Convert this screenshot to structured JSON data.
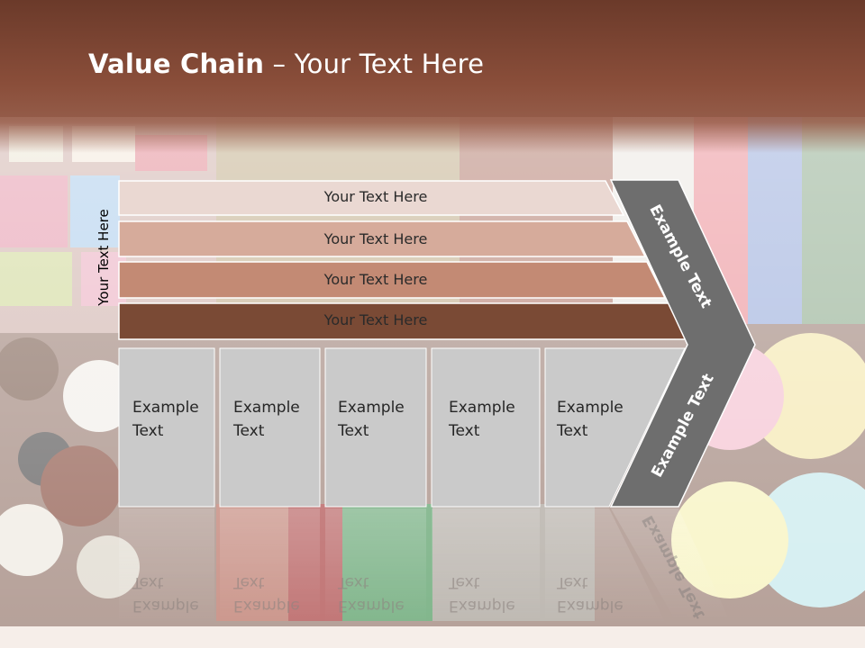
{
  "slide": {
    "title_bold": "Value Chain",
    "title_rest": " – Your Text Here"
  },
  "diagram": {
    "side_label": "Your Text  Here",
    "rows": [
      {
        "label": "Your Text Here"
      },
      {
        "label": "Your Text Here"
      },
      {
        "label": "Your Text Here"
      },
      {
        "label": "Your Text Here"
      }
    ],
    "columns": [
      {
        "line1": "Example",
        "line2": "Text"
      },
      {
        "line1": "Example",
        "line2": "Text"
      },
      {
        "line1": "Example",
        "line2": "Text"
      },
      {
        "line1": "Example",
        "line2": "Text"
      },
      {
        "line1": "Example",
        "line2": "Text"
      }
    ],
    "chevron_top_label": "Example Text",
    "chevron_bottom_label": "Example Text",
    "colors": {
      "row1": "#ead8d2",
      "row2": "#d6ab9b",
      "row3": "#c38a74",
      "row4": "#7a4a35",
      "columns": "#cacaca",
      "chevron": "#6e6e6e",
      "header": "#7a4431"
    }
  }
}
